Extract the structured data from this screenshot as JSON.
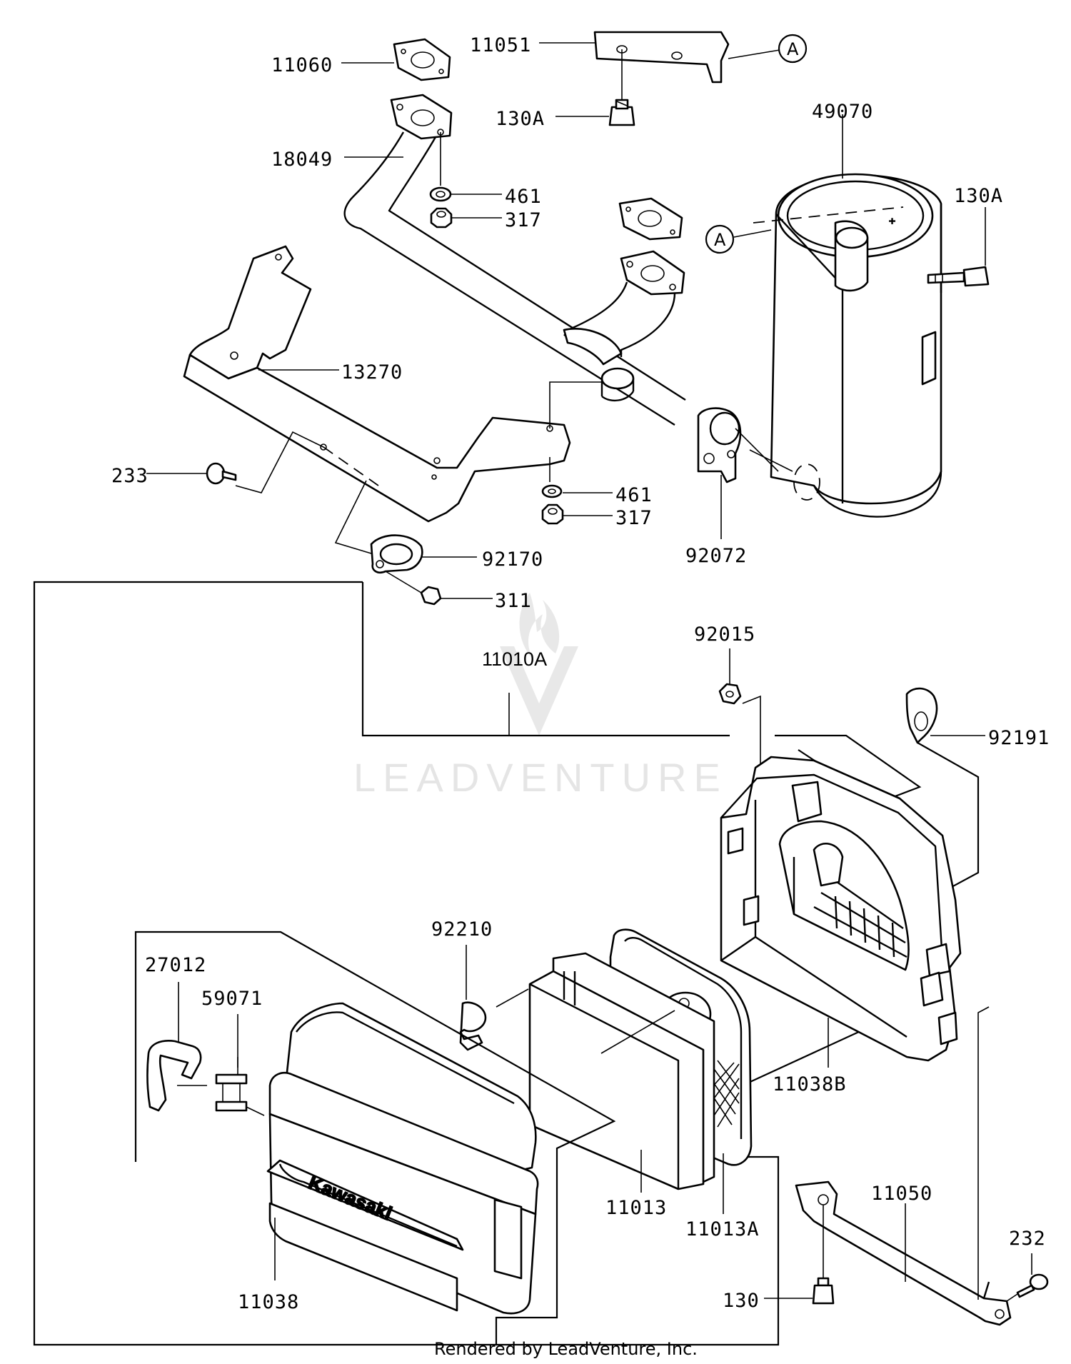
{
  "callouts": {
    "c11051": "11051",
    "c11060": "11060",
    "c130A_top": "130A",
    "c49070": "49070",
    "c130A_right": "130A",
    "c18049": "18049",
    "c461_top": "461",
    "c317_top": "317",
    "c13270": "13270",
    "c233": "233",
    "c461_bottom": "461",
    "c317_bottom": "317",
    "c92072": "92072",
    "c92170": "92170",
    "c311": "311",
    "c11010A": "11010A",
    "c92015": "92015",
    "c92191": "92191",
    "c92210": "92210",
    "c27012": "27012",
    "c59071": "59071",
    "c11038B": "11038B",
    "c11013": "11013",
    "c11013A": "11013A",
    "c11050": "11050",
    "c232": "232",
    "c130": "130",
    "c11038": "11038"
  },
  "references": {
    "ref_a_top": "A",
    "ref_a_left": "A"
  },
  "brand_text": "Kawasaki",
  "watermark": "LEADVENTURE",
  "footer": "Rendered by LeadVenture, Inc."
}
